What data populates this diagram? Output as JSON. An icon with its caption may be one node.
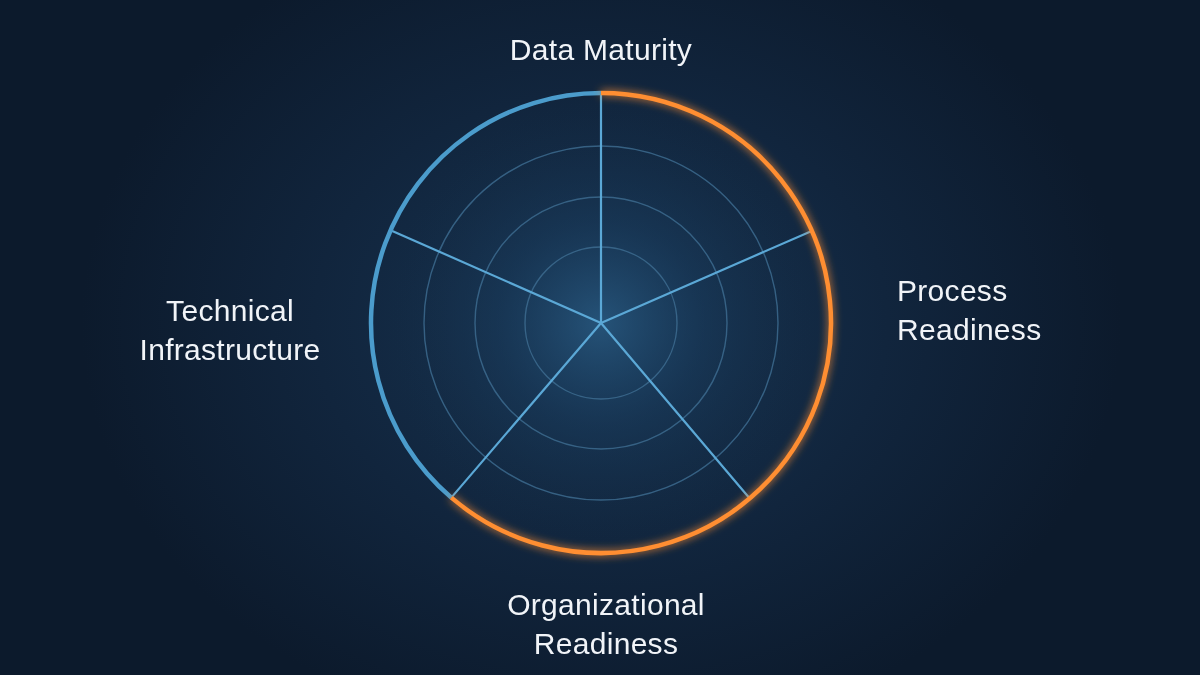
{
  "diagram": {
    "labels": [
      "Data Maturity",
      "Process Readiness",
      "Technical Infrastructure",
      "Organizational Readiness"
    ]
  }
}
